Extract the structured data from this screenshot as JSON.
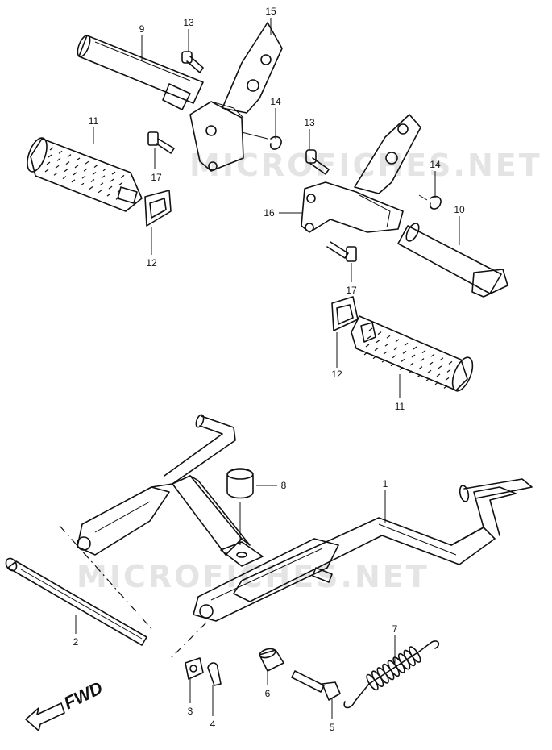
{
  "watermark": "MICROFICHES.NET",
  "direction_label": "FWD",
  "callouts": {
    "p1": "1",
    "p2": "2",
    "p3": "3",
    "p4": "4",
    "p5": "5",
    "p6": "6",
    "p7": "7",
    "p8": "8",
    "p9": "9",
    "p10": "10",
    "p11_left": "11",
    "p11_right": "11",
    "p12_left": "12",
    "p12_right": "12",
    "p13_left": "13",
    "p13_right": "13",
    "p14_left": "14",
    "p14_right": "14",
    "p15": "15",
    "p16": "16",
    "p17_left": "17",
    "p17_right": "17"
  }
}
